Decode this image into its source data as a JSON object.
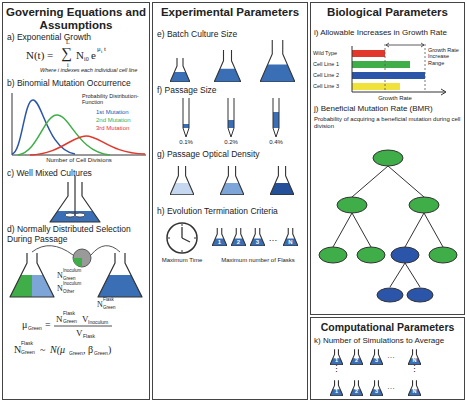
{
  "diagram": {
    "nodes": [
      {
        "text": [
          "Governing Equations and Assumptions"
        ]
      },
      {
        "text": [
          "Experimental Parameters"
        ]
      },
      {
        "text": [
          "Biological Parameters"
        ]
      },
      {
        "text": [
          "Computational Parameters"
        ]
      }
    ],
    "labels": [
      "a) Exponential Growth",
      "N(t) =",
      "∑",
      "L",
      "i",
      "N",
      "i0",
      "e",
      "μ",
      "i",
      "t",
      "Where i indexes each individual cell line",
      "b) Binomial Mutation Occurrence",
      "Probability Distribution-Function",
      "1st Mutation",
      "2nd Mutation",
      "3rd Mutation",
      "Number of Cell Divisions",
      "c) Well Mixed Cultures",
      "d) Normally Distributed Selection During Passage",
      "N",
      "Inoculum",
      "Green",
      "N",
      "Inoculum",
      "Other",
      "N",
      "Flask",
      "Green",
      "μ",
      "Green",
      "=",
      "N",
      "Flask",
      "Green",
      "V",
      "Inoculum",
      "V",
      "Flask",
      "N",
      "Flask",
      "Green",
      "~",
      "N(μ",
      "Green",
      ",",
      "β",
      "Green",
      ")",
      "e) Batch Culture Size",
      "f) Passage Size",
      "0.1%",
      "0.2%",
      "0.4%",
      "g) Passage Optical Density",
      "h) Evolution Termination Criteria",
      "Maximum Time",
      "1",
      "2",
      "3",
      "…",
      "N",
      "Maximum number of Flasks",
      "i) Allowable Increases in Growth Rate",
      "Wild Type",
      "Cell Line 1",
      "Cell Line 2",
      "Cell Line 3",
      "Growth Rate Increase Range",
      "Growth Rate",
      "j) Beneficial Mutation Rate (BMR)",
      "Probability of acquiring a beneficial mutation during cell division",
      "k) Number of Simulations to Average",
      "1",
      "2",
      "3",
      "…",
      "N",
      "⋮",
      "⋮",
      "1",
      "2",
      "3",
      "…",
      "N"
    ]
  }
}
